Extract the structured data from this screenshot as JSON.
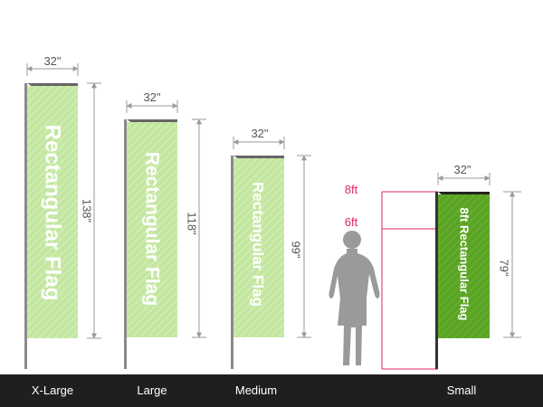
{
  "flags": [
    {
      "size": "X-Large",
      "width_label": "32\"",
      "height_label": "138\"",
      "text": "Rectangular Flag",
      "color": "#c3e6a0"
    },
    {
      "size": "Large",
      "width_label": "32\"",
      "height_label": "118\"",
      "text": "Rectangular Flag",
      "color": "#c3e6a0"
    },
    {
      "size": "Medium",
      "width_label": "32\"",
      "height_label": "99\"",
      "text": "Rectangular Flag",
      "color": "#c3e6a0"
    },
    {
      "size": "Small",
      "width_label": "32\"",
      "height_label": "79\"",
      "text": "8ft Rectangular Flag",
      "color": "#5fa828"
    }
  ],
  "reference": {
    "mark_8ft": "8ft",
    "mark_6ft": "6ft",
    "mark_color": "#e0245e"
  },
  "colors": {
    "pole": "#8a8a8a",
    "dimension": "#9a9a9a",
    "bar": "#1f1f1f",
    "person": "#9a9a9a"
  }
}
